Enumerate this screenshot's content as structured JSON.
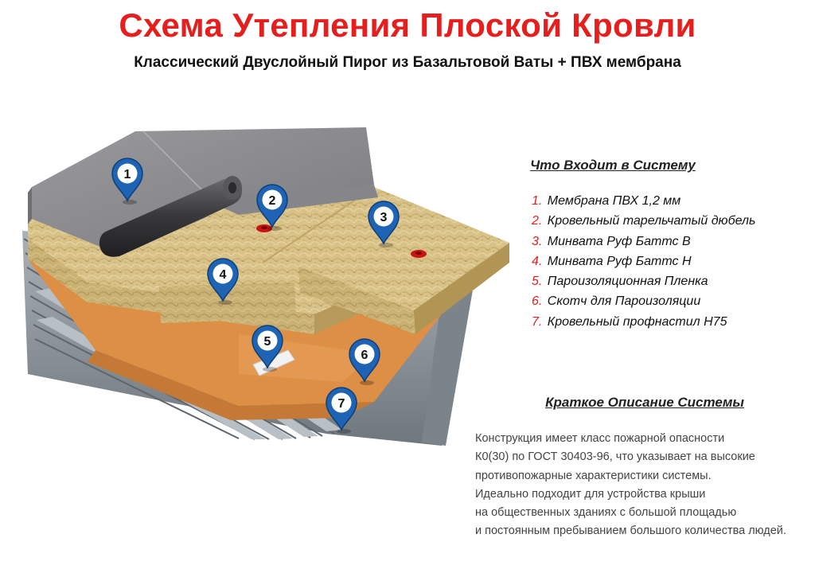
{
  "header": {
    "title": "Схема Утепления Плоской Кровли",
    "subtitle": "Классический Двуслойный Пирог из Базальтовой Ваты + ПВХ мембрана"
  },
  "legend": {
    "heading": "Что Входит в Систему",
    "items": [
      {
        "num": "1.",
        "text": "Мембрана ПВХ 1,2 мм"
      },
      {
        "num": "2.",
        "text": "Кровельный тарельчатый дюбель"
      },
      {
        "num": "3.",
        "text": "Минвата Руф Баттс В"
      },
      {
        "num": "4.",
        "text": "Минвата Руф Баттс Н"
      },
      {
        "num": "5.",
        "text": "Пароизоляционная Пленка"
      },
      {
        "num": "6.",
        "text": "Скотч для Пароизоляции"
      },
      {
        "num": "7.",
        "text": "Кровельный профнастил Н75"
      }
    ]
  },
  "markers": [
    "1",
    "2",
    "3",
    "4",
    "5",
    "6",
    "7"
  ],
  "description": {
    "heading": "Краткое Описание Системы",
    "lines": [
      "Конструкция имеет класс пожарной опасности",
      "К0(30) по ГОСТ 30403-96, что указывает  на высокие",
      "противопожарные характеристики системы.",
      "Идеально подходит для устройства крыши",
      "на общественных зданиях с большой площадью",
      "и постоянным пребыванием большого количества людей."
    ]
  },
  "colors": {
    "title": "#e51e1e",
    "legend_number": "#e51e1e",
    "marker_fill": "#1e63b4",
    "membrane": "#8c8c8f",
    "mineral_wool": "#d9c48a",
    "vapor_barrier": "#dd8f45",
    "deck": "#8e969d"
  }
}
